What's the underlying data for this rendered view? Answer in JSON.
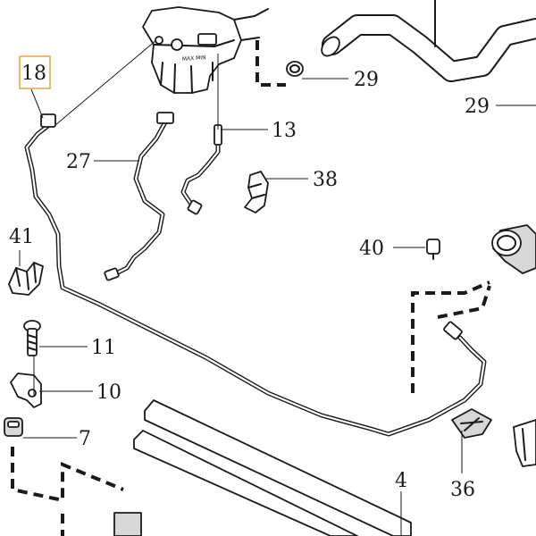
{
  "diagram": {
    "highlight_color": "#e8a33c",
    "callouts": {
      "c18": "18",
      "c29a": "29",
      "c29b": "29",
      "c13": "13",
      "c27": "27",
      "c38": "38",
      "c41": "41",
      "c40": "40",
      "c11": "11",
      "c10": "10",
      "c7": "7",
      "c4": "4",
      "c36": "36"
    },
    "reservoir_marking": "MAX MIN"
  }
}
